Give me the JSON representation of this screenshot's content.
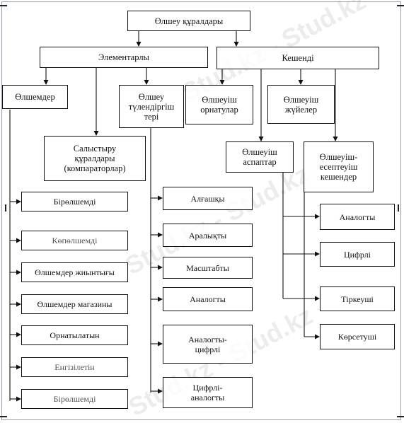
{
  "diagram": {
    "root": "Өлшеу құралдары",
    "left_branch": "Элементарлы",
    "right_branch": "Кешенді",
    "measures": "Өлшемдер",
    "transducers": "Өлшеу\nтүлендіргіш\nтері",
    "comparators": "Салыстыру\nқұралдары\n(компараторлар)",
    "installations": "Өлшеуіш\nорнатулар",
    "systems": "Өлшеуіш\nжүйелер",
    "instruments": "Өлшеуіш\nаспаптар",
    "computing": "Өлшеуіш-\nесептеуіш\nкешендер",
    "measure_types": [
      "Бірөлшемді",
      "Көпөлшемді",
      "Өлшемдер жиынтығы",
      "Өлшемдер магазины",
      "Орнатылатын",
      "Енгізілетін",
      "Бірөлшемді"
    ],
    "transducer_types": [
      "Алғашқы",
      "Аралықты",
      "Масштабты",
      "Аналогты",
      "Аналогты-\nцифрлі",
      "Цифрлі-\nаналогты"
    ],
    "instrument_types": [
      "Аналогты",
      "Цифрлі",
      "Тіркеуші",
      "Көрсетуші"
    ],
    "watermark": "Stud.kz - Stud.kz"
  }
}
